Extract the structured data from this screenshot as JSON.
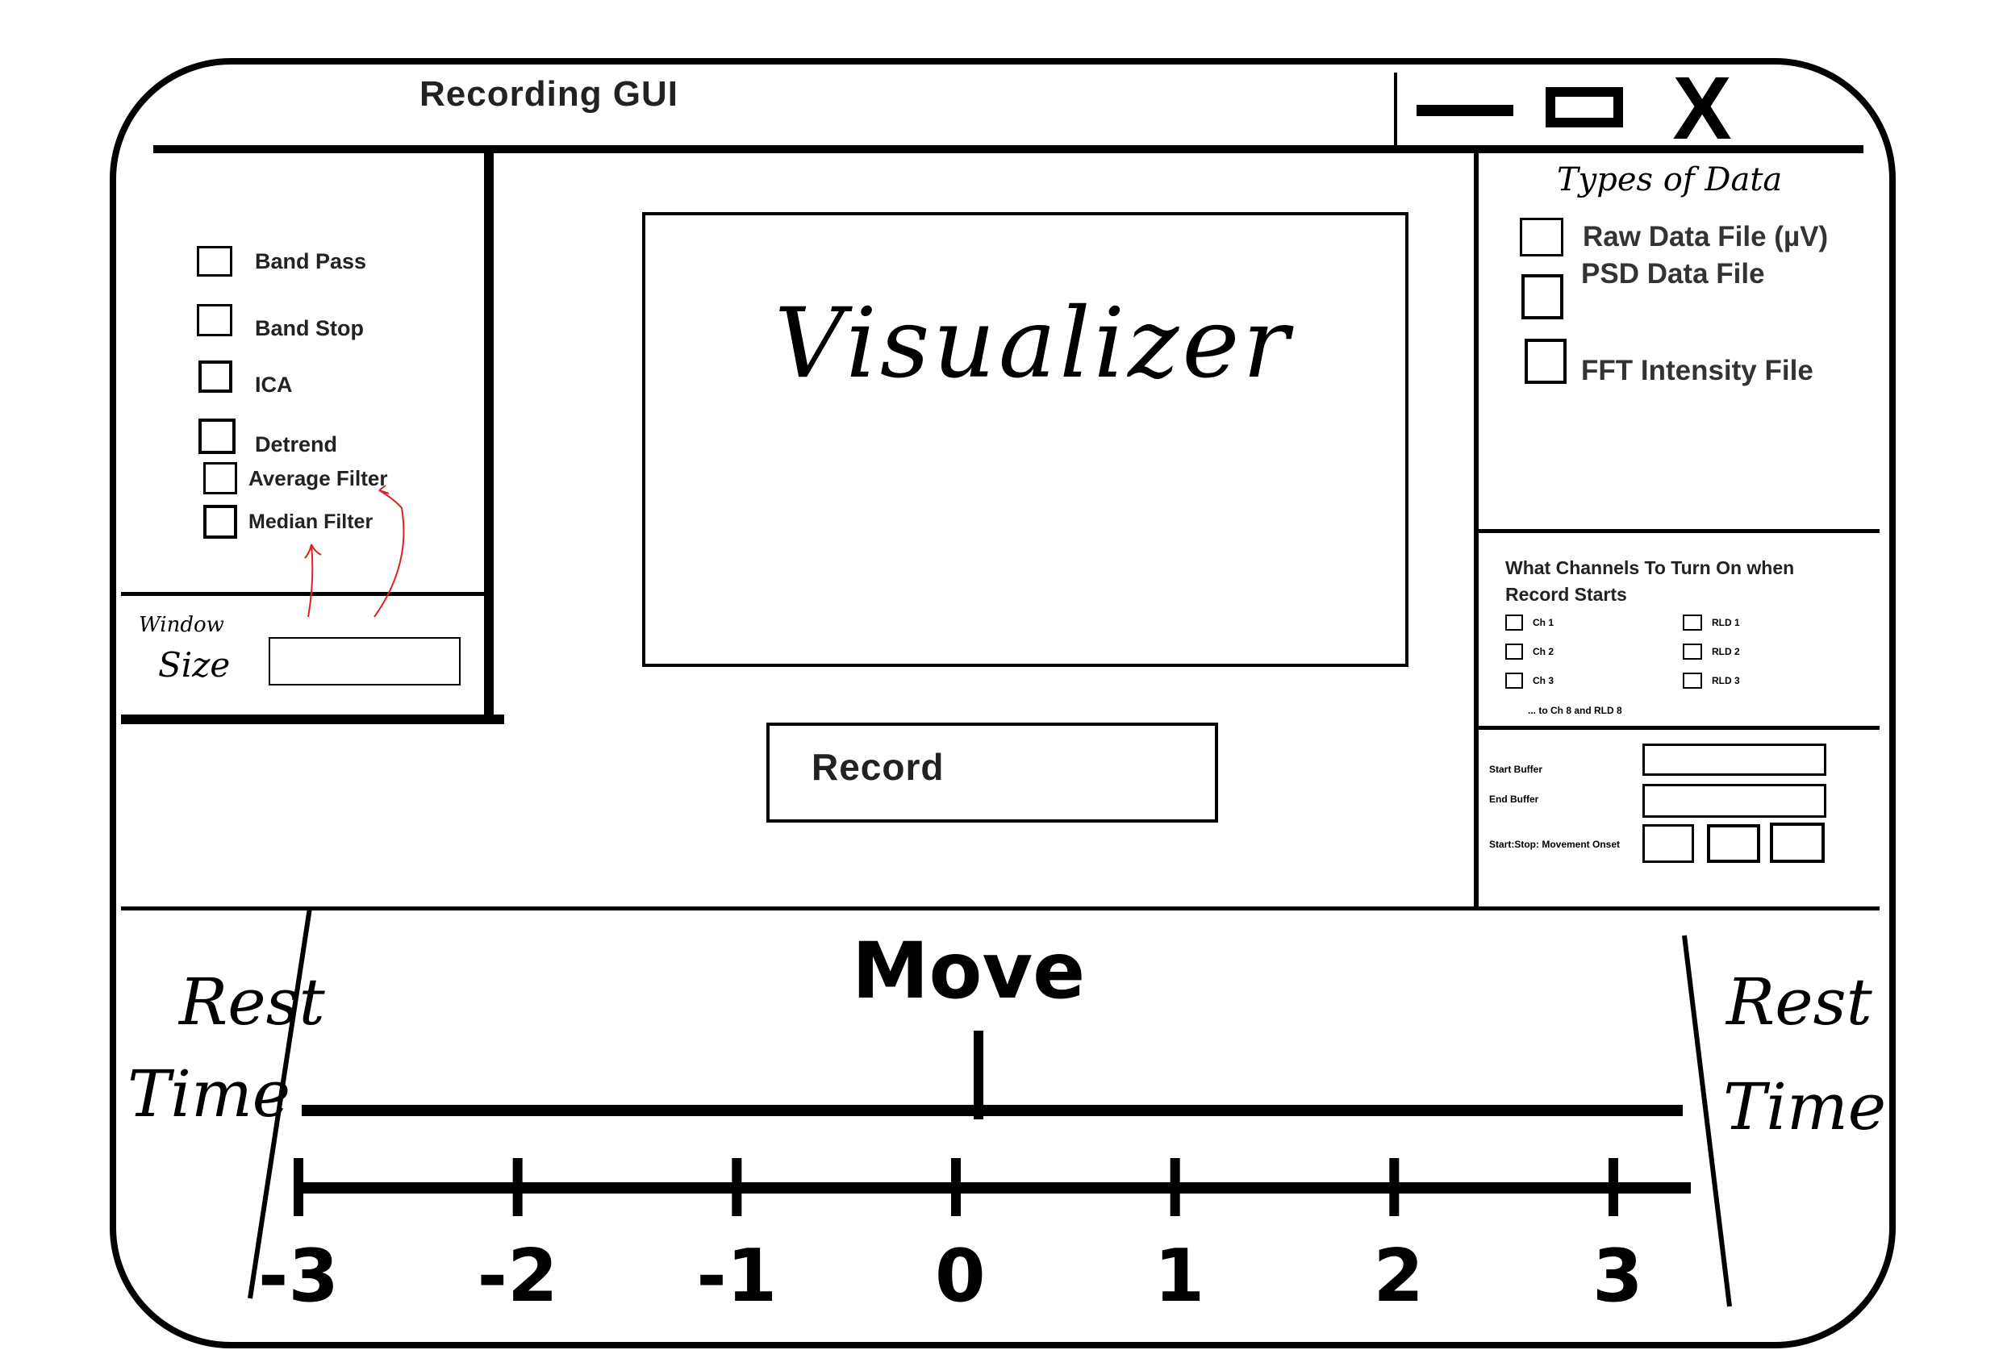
{
  "window": {
    "title": "Recording GUI",
    "controls": {
      "minimize": "minimize",
      "maximize": "maximize",
      "close": "X"
    }
  },
  "filters": {
    "items": [
      {
        "label": "Band Pass",
        "checked": false
      },
      {
        "label": "Band Stop",
        "checked": false
      },
      {
        "label": "ICA",
        "checked": false
      },
      {
        "label": "Detrend",
        "checked": false
      },
      {
        "label": "Average Filter",
        "checked": false
      },
      {
        "label": "Median Filter",
        "checked": false
      }
    ],
    "window_size": {
      "label_line1": "Window",
      "label_line2": "Size",
      "value": ""
    }
  },
  "visualizer": {
    "label": "Visualizer"
  },
  "record_button": {
    "label": "Record"
  },
  "data_types": {
    "title": "Types of Data",
    "items": [
      {
        "label": "Raw Data File (µV)",
        "checked": false
      },
      {
        "label": "PSD Data File",
        "checked": false
      },
      {
        "label": "FFT Intensity File",
        "checked": false
      }
    ]
  },
  "channels": {
    "title": "What Channels To Turn On when Record Starts",
    "left": [
      "Ch 1",
      "Ch 2",
      "Ch 3"
    ],
    "right": [
      "RLD 1",
      "RLD 2",
      "RLD 3"
    ],
    "note": "... to Ch 8 and RLD 8"
  },
  "buffers": {
    "start_label": "Start Buffer",
    "end_label": "End Buffer",
    "onset_label": "Start:Stop: Movement Onset",
    "start_value": "",
    "end_value": "",
    "onset_values": [
      "",
      "",
      ""
    ]
  },
  "timeline": {
    "move_label": "Move",
    "left_label_1": "Rest",
    "left_label_2": "Time",
    "right_label_1": "Rest",
    "right_label_2": "Time",
    "ticks": [
      "-3",
      "-2",
      "-1",
      "0",
      "1",
      "2",
      "3"
    ],
    "move_position": 0
  }
}
